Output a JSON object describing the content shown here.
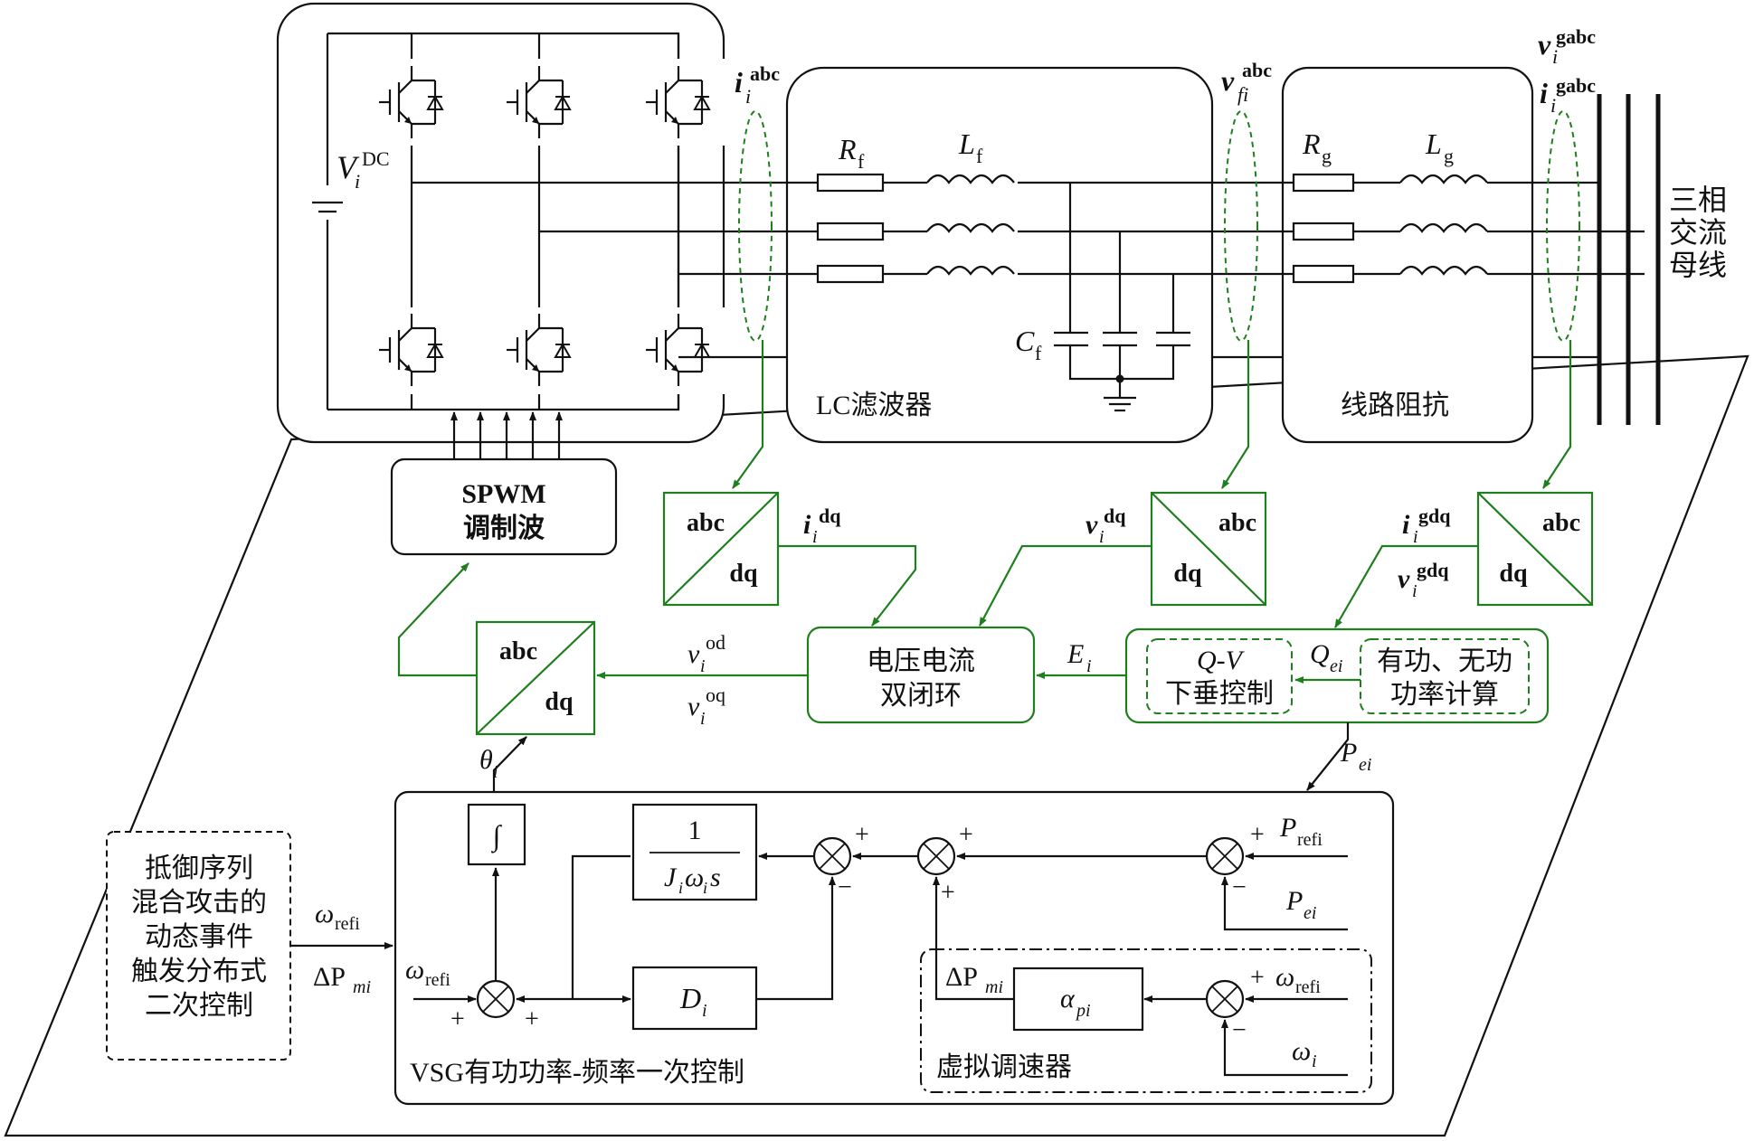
{
  "labels": {
    "vdc": "V",
    "vdc_sub": "i",
    "vdc_sup": "DC",
    "i_abc": "i",
    "i_abc_sub": "i",
    "i_abc_sup": "abc",
    "v_fabc": "v",
    "v_fabc_sub": "fi",
    "v_fabc_sup": "abc",
    "v_gabc": "v",
    "v_gabc_sub": "i",
    "v_gabc_sup": "gabc",
    "i_gabc": "i",
    "i_gabc_sub": "i",
    "i_gabc_sup": "gabc",
    "rf": "R",
    "rf_sub": "f",
    "lf": "L",
    "lf_sub": "f",
    "rg": "R",
    "rg_sub": "g",
    "lg": "L",
    "lg_sub": "g",
    "cf": "C",
    "cf_sub": "f",
    "lc_filter": "LC滤波器",
    "line_impedance": "线路阻抗",
    "bus_line1": "三相",
    "bus_line2": "交流",
    "bus_line3": "母线",
    "spwm_line1": "SPWM",
    "spwm_line2": "调制波",
    "abc": "abc",
    "dq": "dq",
    "i_dq": "i",
    "i_dq_sub": "i",
    "i_dq_sup": "dq",
    "v_dq": "v",
    "v_dq_sub": "i",
    "v_dq_sup": "dq",
    "i_gdq": "i",
    "i_gdq_sub": "i",
    "i_gdq_sup": "gdq",
    "v_gdq": "v",
    "v_gdq_sub": "i",
    "v_gdq_sup": "gdq",
    "v_od": "v",
    "v_od_sub": "i",
    "v_od_sup": "od",
    "v_oq": "v",
    "v_oq_sub": "i",
    "v_oq_sup": "oq",
    "vi_loop_line1": "电压电流",
    "vi_loop_line2": "双闭环",
    "e_i": "E",
    "e_i_sub": "i",
    "q_ei": "Q",
    "q_ei_sub": "ei",
    "qv_line1": "Q-V",
    "qv_line2": "下垂控制",
    "power_calc_line1": "有功、无功",
    "power_calc_line2": "功率计算",
    "p_ei": "P",
    "p_ei_sub": "ei",
    "theta": "θ",
    "theta_sub": "i",
    "integrator": "∫",
    "tf_num": "1",
    "tf_den_J": "J",
    "tf_den_i": "i",
    "tf_den_omega": "ω",
    "tf_den_i2": "i",
    "tf_den_s": "s",
    "damping": "D",
    "damping_sub": "i",
    "p_ref": "P",
    "p_ref_sub": "refi",
    "p_ei2": "P",
    "p_ei2_sub": "ei",
    "delta_pm": "ΔP",
    "delta_pm_sub": "mi",
    "alpha": "α",
    "alpha_sub": "pi",
    "omega_ref": "ω",
    "omega_ref_sub": "refi",
    "omega_i": "ω",
    "omega_i_sub": "i",
    "governor": "虚拟调速器",
    "vsg_primary": "VSG有功功率-频率一次控制",
    "secondary_line1": "抵御序列",
    "secondary_line2": "混合攻击的",
    "secondary_line3": "动态事件",
    "secondary_line4": "触发分布式",
    "secondary_line5": "二次控制",
    "plus": "+",
    "minus": "−"
  },
  "colors": {
    "signal_green": "#1f7f1f",
    "line_black": "#111111"
  }
}
